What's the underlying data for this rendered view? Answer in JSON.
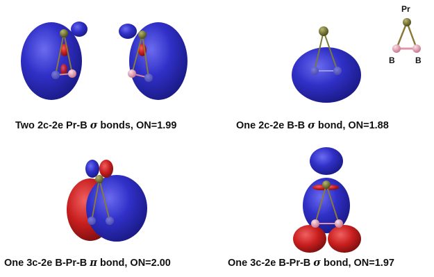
{
  "panels": [
    {
      "id": "pr-b-sigma",
      "caption": {
        "pre": "Two 2c-2e Pr-B ",
        "symbol": "σ",
        "post": " bonds, ON=1.99"
      }
    },
    {
      "id": "b-b-sigma",
      "caption": {
        "pre": "One 2c-2e B-B ",
        "symbol": "σ",
        "post": " bond, ON=1.88"
      }
    },
    {
      "id": "b-pr-b-pi",
      "caption": {
        "pre": "One 3c-2e B-Pr-B ",
        "symbol": "π",
        "post": " bond, ON=2.00"
      }
    },
    {
      "id": "b-pr-b-sigma",
      "caption": {
        "pre": "One 3c-2e B-Pr-B ",
        "symbol": "σ",
        "post": " bond, ON=1.97"
      }
    }
  ],
  "legend": {
    "pr_label": "Pr",
    "b_left_label": "B",
    "b_right_label": "B"
  },
  "colors": {
    "positive_lobe": "#2e2ec0",
    "negative_lobe": "#c81e1e",
    "pr_atom": "#6b6b2a",
    "b_atom": "#e8a9b8",
    "bond": "#d98a9a"
  }
}
